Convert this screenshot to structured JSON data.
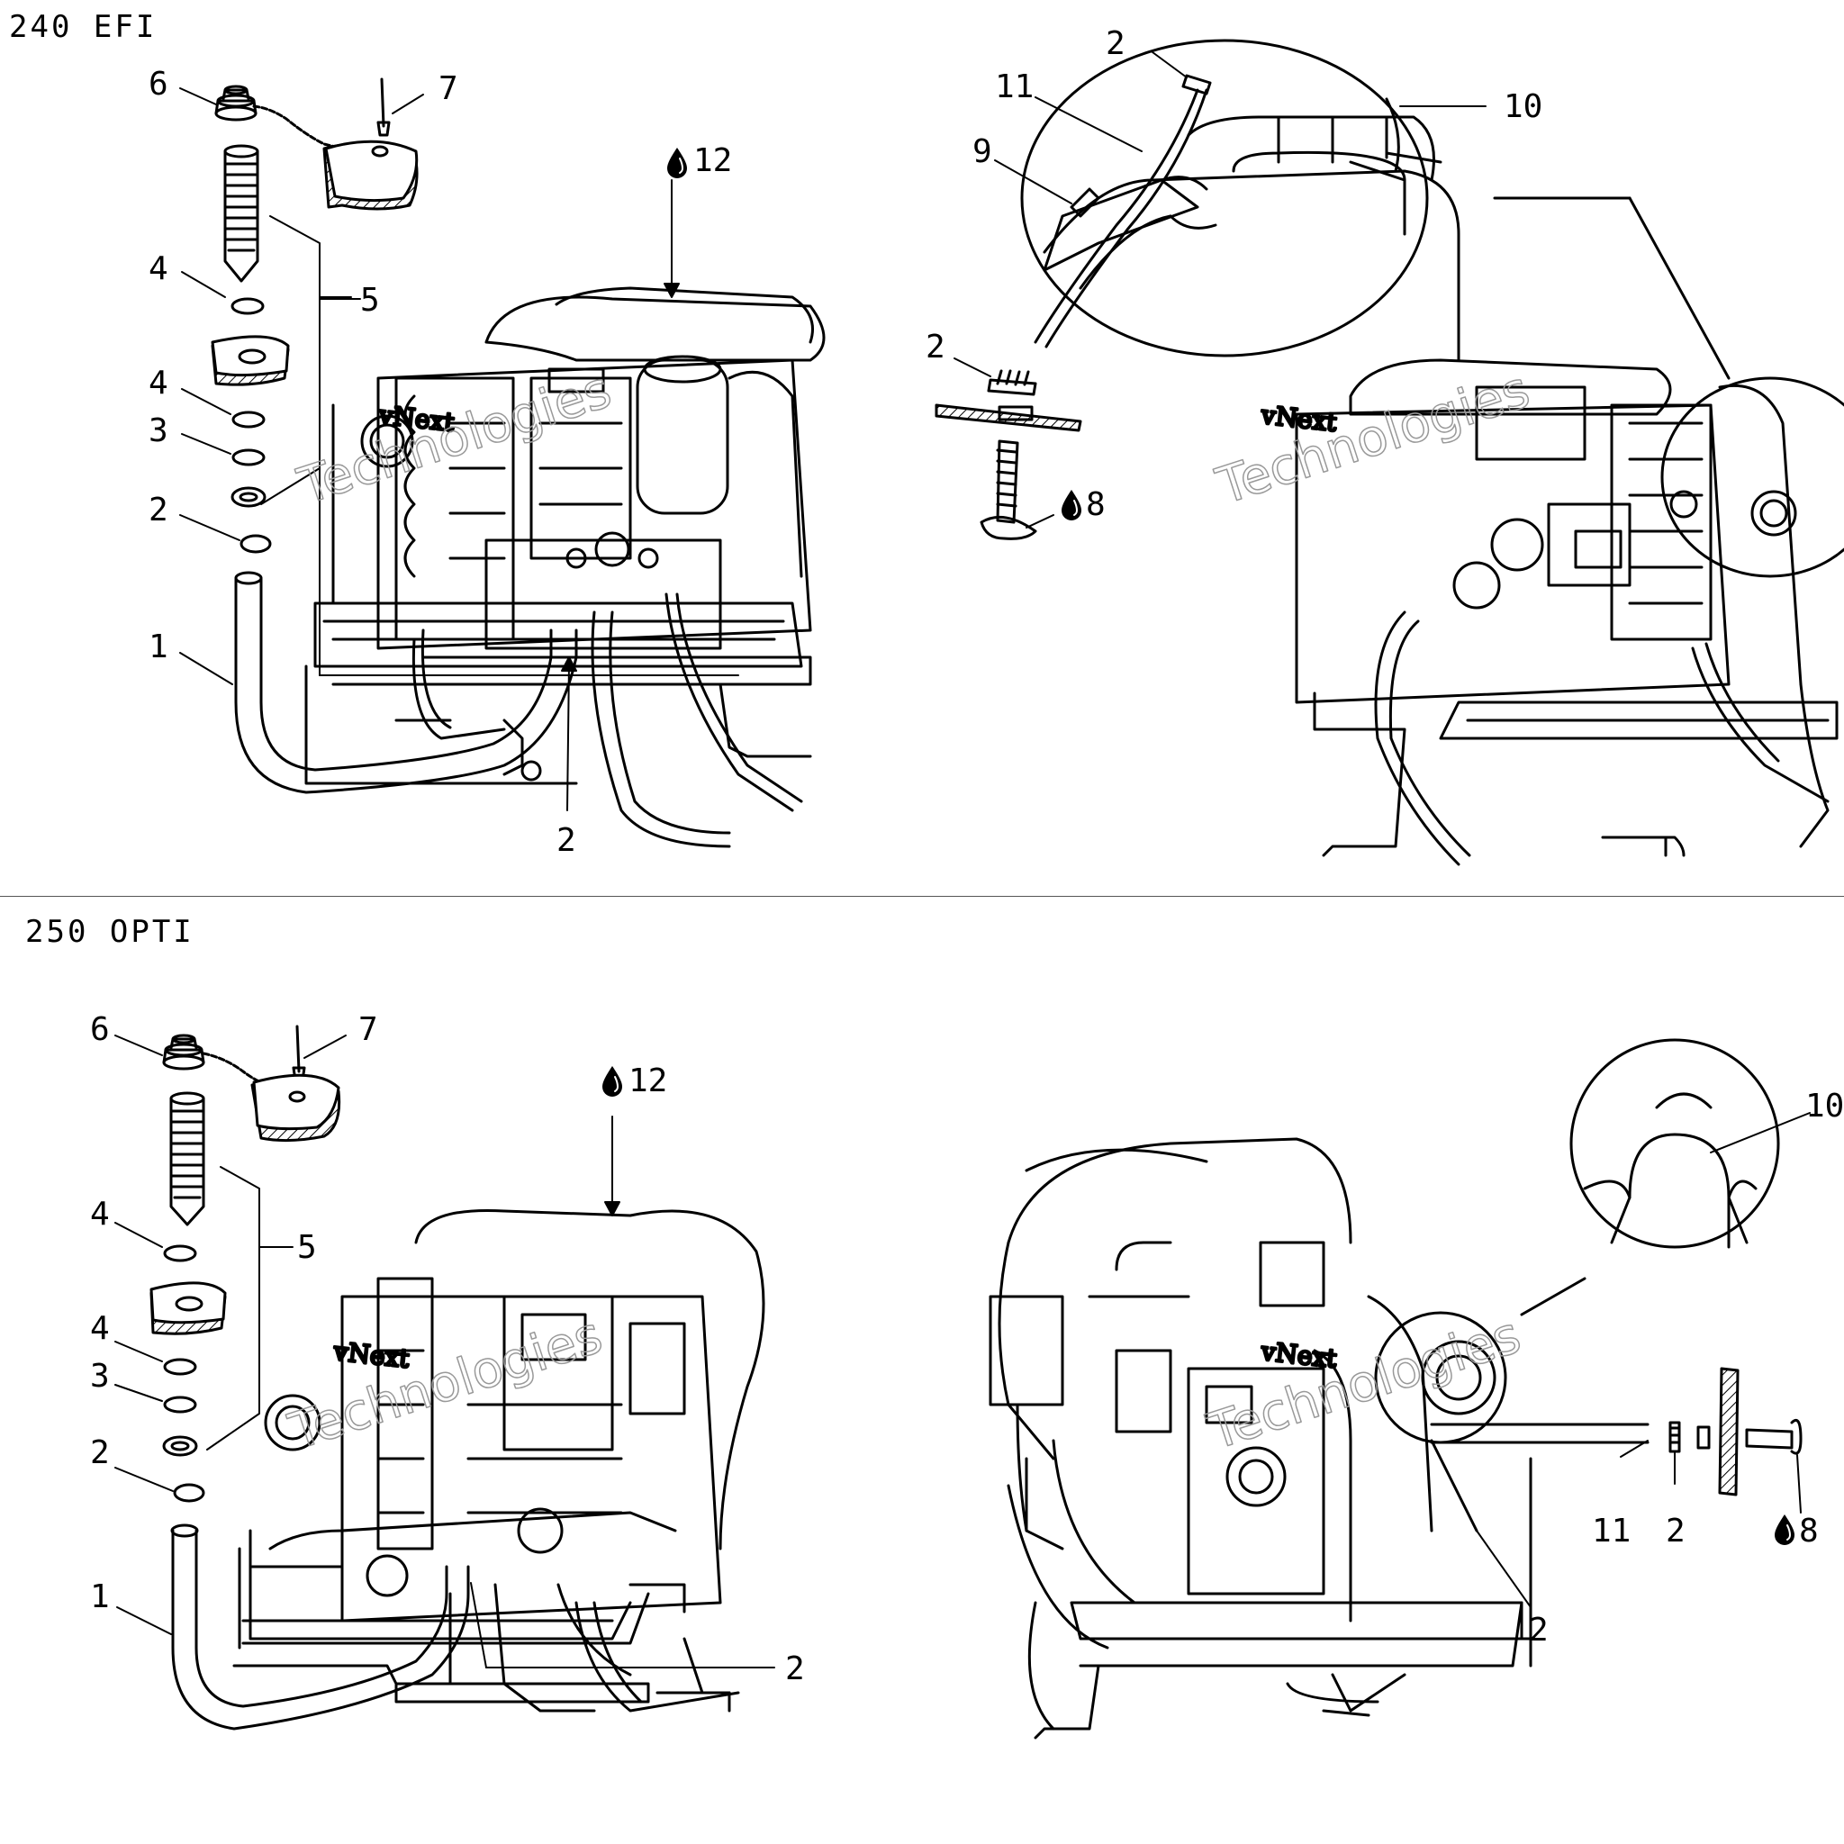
{
  "sections": [
    {
      "title": "240 EFI"
    },
    {
      "title": "250 OPTI"
    }
  ],
  "callouts": {
    "efi": {
      "c6": "6",
      "c7": "7",
      "c12": "12",
      "c4a": "4",
      "c5": "5",
      "c4b": "4",
      "c3": "3",
      "c2a": "2",
      "c1": "1",
      "c2b": "2",
      "c2c": "2",
      "c11": "11",
      "c10": "10",
      "c9": "9",
      "c2d": "2",
      "c8": "8"
    },
    "opti": {
      "c6": "6",
      "c7": "7",
      "c12": "12",
      "c4a": "4",
      "c5": "5",
      "c4b": "4",
      "c3": "3",
      "c2a": "2",
      "c1": "1",
      "c2b": "2",
      "c10": "10",
      "c11": "11",
      "c2c": "2",
      "c8": "8",
      "c2d": "2"
    }
  },
  "watermark": {
    "line1": "vNext",
    "line2": "Technologies",
    "line3": "Technologies"
  },
  "icons": [
    "oil-drop-icon"
  ]
}
